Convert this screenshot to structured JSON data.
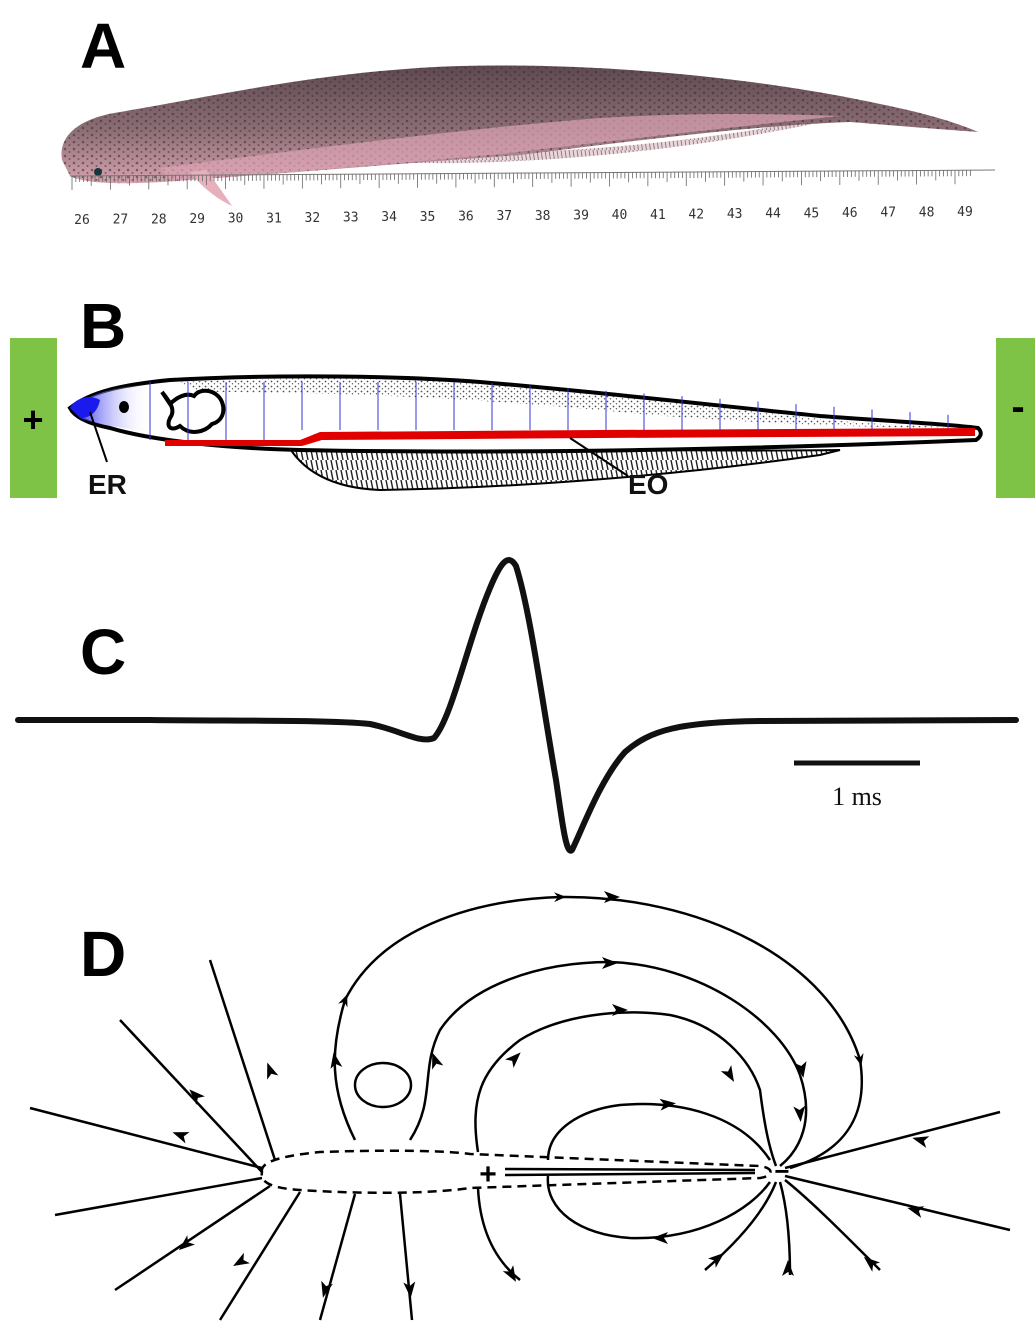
{
  "panels": {
    "a": {
      "label": "A"
    },
    "b": {
      "label": "B"
    },
    "c": {
      "label": "C"
    },
    "d": {
      "label": "D"
    }
  },
  "ruler": {
    "ticks": [
      "26",
      "27",
      "28",
      "29",
      "30",
      "31",
      "32",
      "33",
      "34",
      "35",
      "36",
      "37",
      "38",
      "39",
      "40",
      "41",
      "42",
      "43",
      "44",
      "45",
      "46",
      "47",
      "48",
      "49"
    ]
  },
  "electrodes": {
    "positive": "+",
    "negative": "-"
  },
  "annotations": {
    "er": "ER",
    "eo": "EO"
  },
  "scale_bar": {
    "label": "1 ms"
  },
  "field": {
    "plus": "+",
    "minus": "−"
  },
  "colors": {
    "electrode_green": "#7ec246",
    "electric_organ_red": "#e00000",
    "electroreceptor_blue": "#1a1aee",
    "fish_body": "#a07f85",
    "fish_belly": "#d8a7b1"
  }
}
